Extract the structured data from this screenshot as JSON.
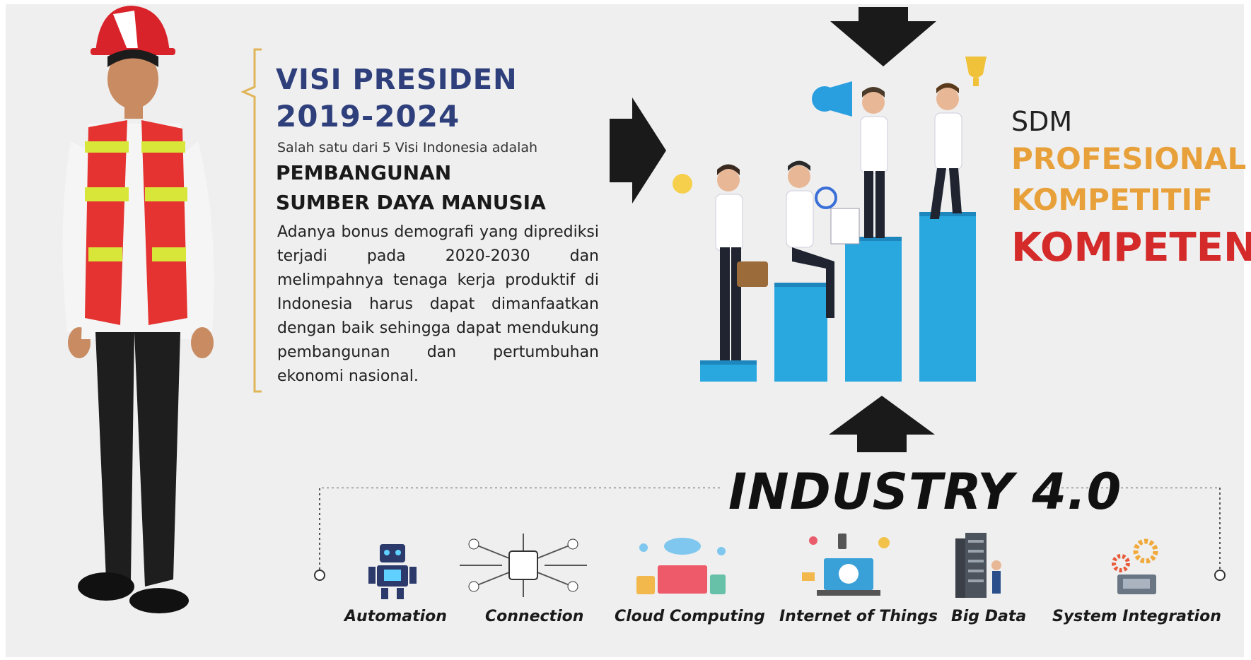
{
  "vision": {
    "title_line1": "VISI PRESIDEN",
    "title_line2": "2019-2024",
    "subtitle": "Salah satu dari 5 Visi Indonesia adalah",
    "heading_line1": "PEMBANGUNAN",
    "heading_line2": "SUMBER DAYA MANUSIA",
    "body": "Adanya bonus demografi yang diprediksi terjadi pada 2020-2030 dan melimpahnya tenaga kerja produktif di Indonesia harus dapat dimanfaatkan dengan baik sehingga dapat mendukung pembangunan dan pertumbuhan ekonomi nasional."
  },
  "sdm": {
    "label": "SDM",
    "line1": "PROFESIONAL",
    "line2": "KOMPETITIF",
    "line3": "KOMPETEN"
  },
  "industry": {
    "title": "INDUSTRY 4.0",
    "items": [
      {
        "label": "Automation",
        "icon": "robot-icon"
      },
      {
        "label": "Connection",
        "icon": "circuit-network-icon"
      },
      {
        "label": "Cloud Computing",
        "icon": "cloud-computing-icon"
      },
      {
        "label": "Internet of Things",
        "icon": "iot-laptop-icon"
      },
      {
        "label": "Big Data",
        "icon": "server-rack-icon"
      },
      {
        "label": "System Integration",
        "icon": "gears-icon"
      }
    ]
  },
  "colors": {
    "background": "#efefef",
    "vision_title": "#2e3f7c",
    "accent_orange": "#e8a13a",
    "accent_red": "#d42a2a",
    "bar_blue": "#29a8e0",
    "bracket_gold": "#e0b55a"
  }
}
